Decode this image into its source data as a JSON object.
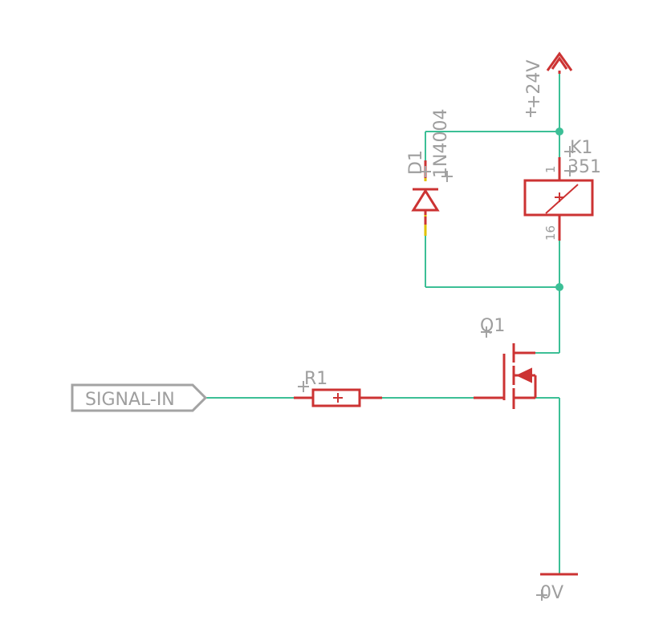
{
  "schematic": {
    "supply_label": "+24V",
    "ground_label": "0V",
    "port_label": "SIGNAL-IN",
    "diode": {
      "name": "D1",
      "value": "1N4004"
    },
    "relay": {
      "name": "K1",
      "value": "351",
      "pin1": "1",
      "pin16": "16"
    },
    "mosfet": {
      "name": "Q1"
    },
    "resistor": {
      "name": "R1"
    }
  },
  "colors": {
    "net": "#3cbf96",
    "symbol": "#cc3333",
    "text": "#9e9e9e",
    "pin_highlight": "#e0c000"
  }
}
